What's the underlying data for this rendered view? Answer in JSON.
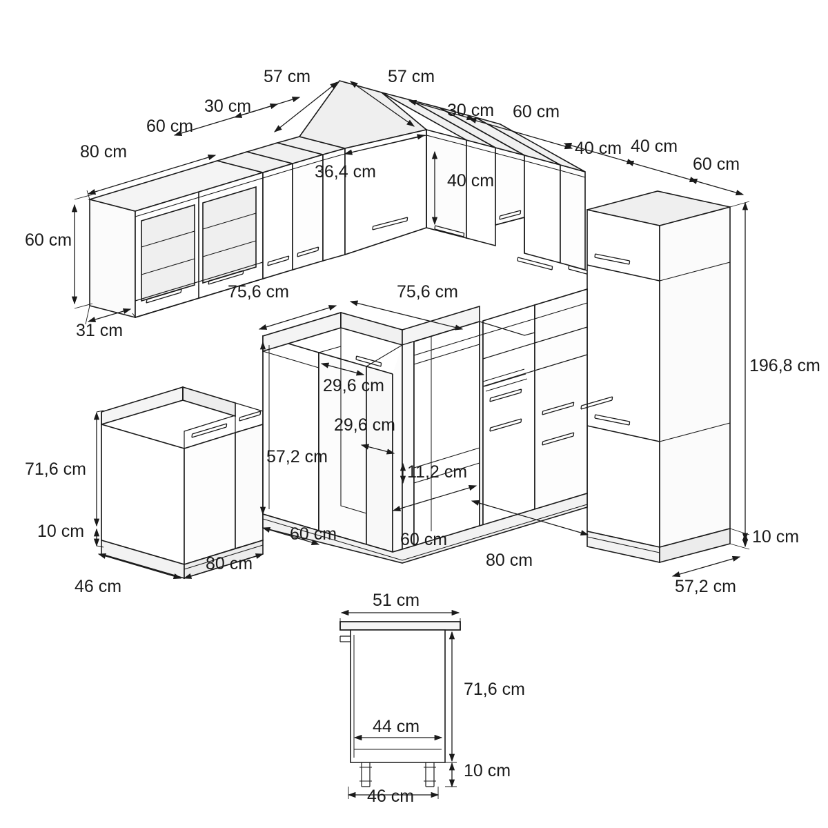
{
  "drawing": {
    "title": "Kitchen cabinet set — dimensioned isometric assembly drawing",
    "unit": "cm",
    "line_color": "#1a1a1a",
    "fill_color": "#ffffff",
    "shade_color": "#e8e8e8",
    "glass_color": "#f0f0f0",
    "text_color": "#1a1a1a"
  },
  "dimensions": {
    "upper_row": {
      "wall_unit_glass_width": "80 cm",
      "wall_unit_60_left": "60 cm",
      "wall_unit_30_left": "30 cm",
      "corner_left_depth": "57 cm",
      "corner_right_depth": "57 cm",
      "corner_door_width": "36,4 cm",
      "wall_unit_30_right": "30 cm",
      "wall_unit_60_right": "60 cm",
      "bridging_unit_height": "40 cm",
      "wall_unit_40_a": "40 cm",
      "wall_unit_40_b": "40 cm",
      "tall_unit_top_width": "60 cm",
      "wall_unit_height": "60 cm",
      "wall_unit_depth": "31 cm"
    },
    "lower_row": {
      "worktop_left_run": "75,6 cm",
      "worktop_right_run": "75,6 cm",
      "corner_carcass_left": "29,6 cm",
      "corner_carcass_right": "29,6 cm",
      "base_carcass_height": "57,2 cm",
      "plinth_recess": "11,2 cm",
      "sink_base_height": "71,6 cm",
      "plinth_height_left": "10 cm",
      "sink_base_depth": "46 cm",
      "base_80_left": "80 cm",
      "base_60_left": "60 cm",
      "base_60_right": "60 cm",
      "base_80_right": "80 cm",
      "tall_unit_height": "196,8 cm",
      "plinth_height_right": "10 cm",
      "tall_unit_depth": "57,2 cm"
    },
    "detail_view": {
      "worktop_depth": "51 cm",
      "carcass_height": "71,6 cm",
      "carcass_depth": "44 cm",
      "leg_height": "10 cm",
      "overall_depth": "46 cm"
    }
  }
}
